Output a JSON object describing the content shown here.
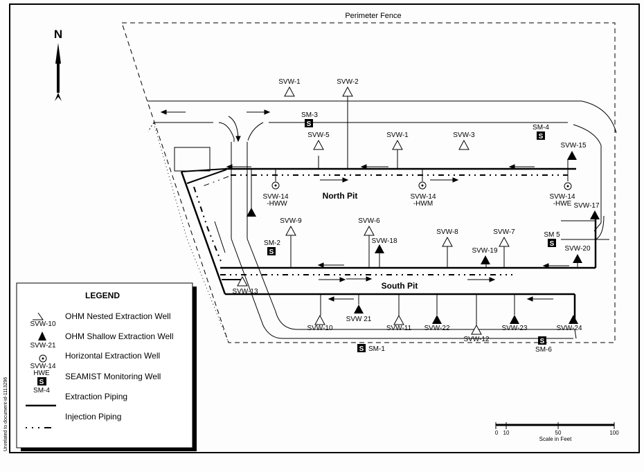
{
  "title": "Site Map - Extraction Well and Piping Layout",
  "north_label": "N",
  "fence_label": "Perimeter Fence",
  "areas": {
    "north_pit": "North Pit",
    "south_pit": "South Pit"
  },
  "wells": {
    "nested": [
      {
        "id": "SVW-1",
        "label": "SVW-1"
      },
      {
        "id": "SVW-2",
        "label": "SVW-2"
      },
      {
        "id": "SVW-5",
        "label": "SVW-5"
      },
      {
        "id": "SVW-1b",
        "label": "SVW-1"
      },
      {
        "id": "SVW-3",
        "label": "SVW-3"
      },
      {
        "id": "SVW-9",
        "label": "SVW-9"
      },
      {
        "id": "SVW-6",
        "label": "SVW-6"
      },
      {
        "id": "SVW-8",
        "label": "SVW-8"
      },
      {
        "id": "SVW-7",
        "label": "SVW-7"
      },
      {
        "id": "SVW-13",
        "label": "SVW-13"
      },
      {
        "id": "SVW-10",
        "label": "SVW-10"
      },
      {
        "id": "SVW-11",
        "label": "SVW-11"
      },
      {
        "id": "SVW-12",
        "label": "SVW-12"
      }
    ],
    "shallow": [
      {
        "id": "SVW-15",
        "label": "SVW-15"
      },
      {
        "id": "SVW-16",
        "label": ""
      },
      {
        "id": "SVW-17",
        "label": "SVW-17"
      },
      {
        "id": "SVW-18",
        "label": "SVW-18"
      },
      {
        "id": "SVW-19",
        "label": "SVW-19"
      },
      {
        "id": "SVW-20",
        "label": "SVW-20"
      },
      {
        "id": "SVW-21",
        "label": "SVW 21"
      },
      {
        "id": "SVW-22",
        "label": "SVW-22"
      },
      {
        "id": "SVW-23",
        "label": "SVW-23"
      },
      {
        "id": "SVW-24",
        "label": "SVW-24"
      }
    ],
    "horizontal": [
      {
        "id": "HWW",
        "label1": "SVW-14",
        "label2": "-HWW"
      },
      {
        "id": "HWM",
        "label1": "SVW-14",
        "label2": "-HWM"
      },
      {
        "id": "HWE",
        "label1": "SVW-14",
        "label2": "-HWE"
      }
    ],
    "seamist": [
      {
        "id": "SM-1",
        "label": "SM-1"
      },
      {
        "id": "SM-2",
        "label": "SM-2"
      },
      {
        "id": "SM-3",
        "label": "SM-3"
      },
      {
        "id": "SM-4",
        "label": "SM-4"
      },
      {
        "id": "SM-5",
        "label": "SM 5"
      },
      {
        "id": "SM-6",
        "label": "SM-6"
      }
    ],
    "seamist_glyph": "S"
  },
  "legend": {
    "title": "LEGEND",
    "items": [
      {
        "symbol": "nested",
        "sample_label": "SVW-10",
        "text": "OHM Nested Extraction Well"
      },
      {
        "symbol": "shallow",
        "sample_label": "SVW-21",
        "text": "OHM Shallow Extraction Well"
      },
      {
        "symbol": "horizontal",
        "sample_label": "SVW-14",
        "sample_label2": "HWE",
        "text": "Horizontal Extraction Well"
      },
      {
        "symbol": "seamist",
        "sample_label": "SM-4",
        "text": "SEAMIST Monitoring Well"
      },
      {
        "symbol": "extraction-line",
        "text": "Extraction Piping"
      },
      {
        "symbol": "injection-line",
        "text": "Injection Piping"
      }
    ]
  },
  "scale": {
    "ticks": [
      "0",
      "10",
      "50",
      "100"
    ],
    "label": "Scale in Feet"
  },
  "side_note": "Unrelated to document-id-1113296"
}
